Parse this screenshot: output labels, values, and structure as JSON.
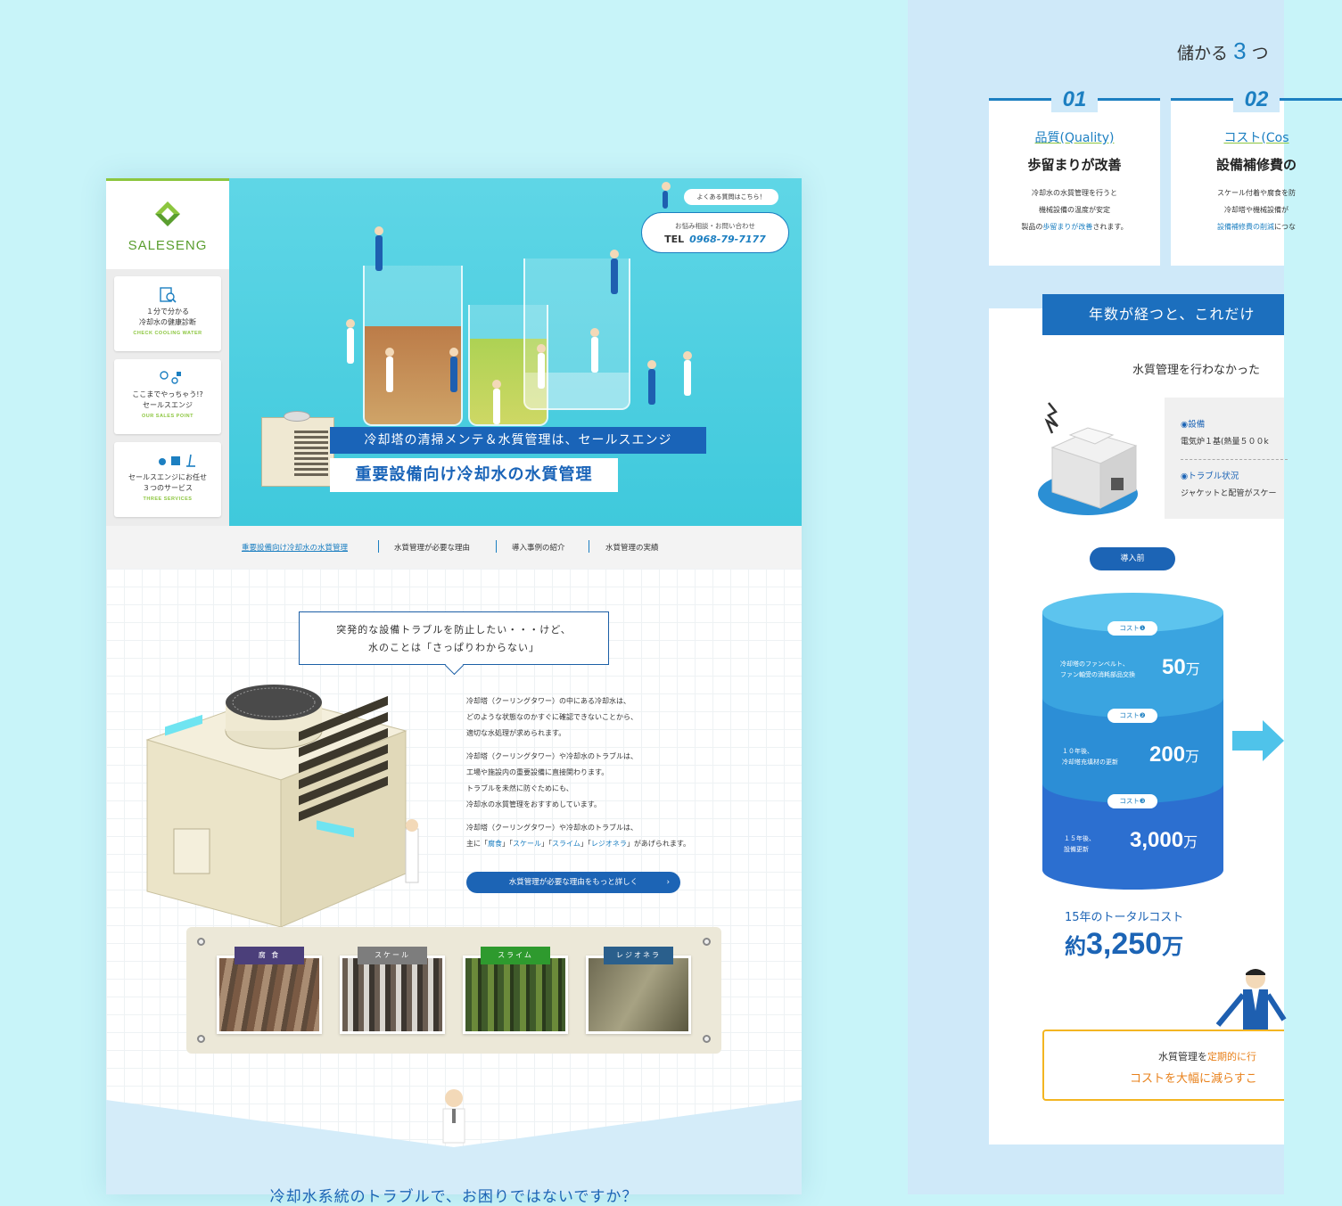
{
  "site": {
    "logo_text": "SALESENG",
    "faq_label": "よくある質問はこちら！",
    "contact_label": "お悩み相談・お問い合わせ",
    "tel_prefix": "TEL",
    "tel_number": "0968-79-7177",
    "hero_sub": "冷却塔の清掃メンテ＆水質管理は、セールスエンジ",
    "hero_main": "重要設備向け冷却水の水質管理"
  },
  "sidebar": {
    "items": [
      {
        "title_line1": "１分で分かる",
        "title_line2": "冷却水の健康診断",
        "sub": "CHECK COOLING WATER",
        "icon": "diagnosis-icon"
      },
      {
        "title_line1": "ここまでやっちゃう!?",
        "title_line2": "セールスエンジ",
        "sub": "OUR SALES POINT",
        "icon": "tools-icon"
      },
      {
        "title_line1": "セールスエンジにお任せ",
        "title_line2": "３つのサービス",
        "sub": "THREE SERVICES",
        "icon": "services-icon"
      }
    ]
  },
  "nav": {
    "items": [
      "重要設備向け冷却水の水質管理",
      "水質管理が必要な理由",
      "導入事例の紹介",
      "水質管理の実績"
    ]
  },
  "intro": {
    "speech_line1": "突発的な設備トラブルを防止したい・・・けど、",
    "speech_line2": "水のことは「さっぱりわからない」",
    "p1_l1": "冷却塔（クーリングタワー）の中にある冷却水は、",
    "p1_l2": "どのような状態なのかすぐに確認できないことから、",
    "p1_l3": "適切な水処理が求められます。",
    "p2_l1": "冷却塔（クーリングタワー）や冷却水のトラブルは、",
    "p2_l2": "工場や施設内の重要設備に直接関わります。",
    "p2_l3": "トラブルを未然に防ぐためにも、",
    "p2_l4": "冷却水の水質管理をおすすめしています。",
    "p3_l1": "冷却塔（クーリングタワー）や冷却水のトラブルは、",
    "p3_pre": "主に「",
    "p3_k1": "腐食",
    "p3_s1": "」「",
    "p3_k2": "スケール",
    "p3_s2": "」「",
    "p3_k3": "スライム",
    "p3_s3": "」「",
    "p3_k4": "レジオネラ",
    "p3_post": "」があげられます。",
    "cta": "水質管理が必要な理由をもっと詳しく",
    "cta_arrow": "›"
  },
  "troubles": [
    {
      "label": "腐 食",
      "color": "#4b3f7a"
    },
    {
      "label": "スケール",
      "color": "#7d7d7d"
    },
    {
      "label": "スライム",
      "color": "#2e9a2e"
    },
    {
      "label": "レジオネラ",
      "color": "#2a5f8c"
    }
  ],
  "lower_title": "冷却水系統のトラブルで、お困りではないですか？",
  "right": {
    "title_pre": "儲かる",
    "title_num": "3",
    "title_post": "つ",
    "cards": [
      {
        "num": "01",
        "h1": "品質(Quality)",
        "h2": "歩留まりが改善",
        "p1": "冷却水の水質管理を行うと",
        "p2": "機械設備の温度が安定",
        "p3_pre": "製品の",
        "p3_hl": "歩留まりが改善",
        "p3_post": "されます。"
      },
      {
        "num": "02",
        "h1": "コスト(Cos",
        "h2": "設備補修費の",
        "p1": "スケール付着や腐食を防",
        "p2": "冷却塔や機械設備が",
        "p3_pre": "",
        "p3_hl": "設備補修費の削減",
        "p3_post": "につな"
      }
    ],
    "year_bar": "年数が経つと、これだけ",
    "sub_heading": "水質管理を行わなかった",
    "info": {
      "k1": "◉設備",
      "v1": "電気炉１基(熱量５００k",
      "k2": "◉トラブル状況",
      "v2": "ジャケットと配管がスケー"
    },
    "before_pill": "導入前",
    "costs": [
      {
        "pill": "コスト❶",
        "label_l1": "冷却塔のファンベルト、",
        "label_l2": "ファン軸受の消耗部品交換",
        "value": "50",
        "unit": "万"
      },
      {
        "pill": "コスト❷",
        "label_l1": "１０年後、",
        "label_l2": "冷却塔充填材の更新",
        "value": "200",
        "unit": "万"
      },
      {
        "pill": "コスト❸",
        "label_l1": "１５年後、",
        "label_l2": "設備更新",
        "value": "3,000",
        "unit": "万"
      }
    ],
    "total_label": "15年のトータルコスト",
    "total_pre": "約",
    "total_value": "3,250",
    "total_unit": "万",
    "conclusion_l1_pre": "水質管理を",
    "conclusion_l1_hl": "定期的に行",
    "conclusion_l2": "コストを大幅に減らすこ"
  },
  "colors": {
    "brand_blue": "#1c64b5",
    "accent_green": "#8cc63f",
    "accent_orange": "#e8801a",
    "bg_cyan": "#c8f4f9"
  }
}
